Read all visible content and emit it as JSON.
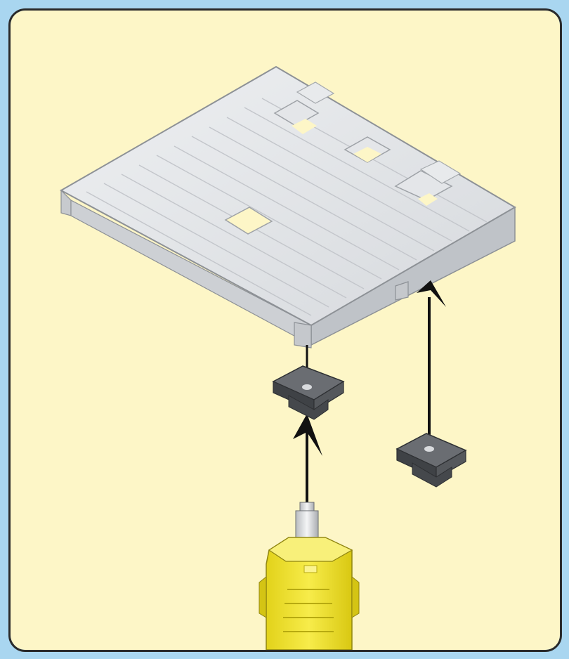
{
  "diagram": {
    "kind": "assembly-instruction",
    "colors": {
      "page_border": "#a9d6f0",
      "panel_background": "#fdf6c7",
      "panel_outline": "#2a2a2a",
      "tray": "#dfe1e4",
      "grommet": "#4d5054",
      "yellow_part": "#f0e33a",
      "arrow": "#111111"
    },
    "parts": [
      {
        "id": "tray",
        "label": "",
        "icon": "tray-icon"
      },
      {
        "id": "grommet-left",
        "label": "",
        "icon": "grommet-icon"
      },
      {
        "id": "grommet-right",
        "label": "",
        "icon": "grommet-icon"
      },
      {
        "id": "yellow-connector",
        "label": "",
        "icon": "connector-icon"
      }
    ],
    "steps": [
      {
        "from": "yellow-connector",
        "to": "grommet-left",
        "direction": "up"
      },
      {
        "from": "grommet-right",
        "to": "tray",
        "direction": "up"
      }
    ]
  }
}
